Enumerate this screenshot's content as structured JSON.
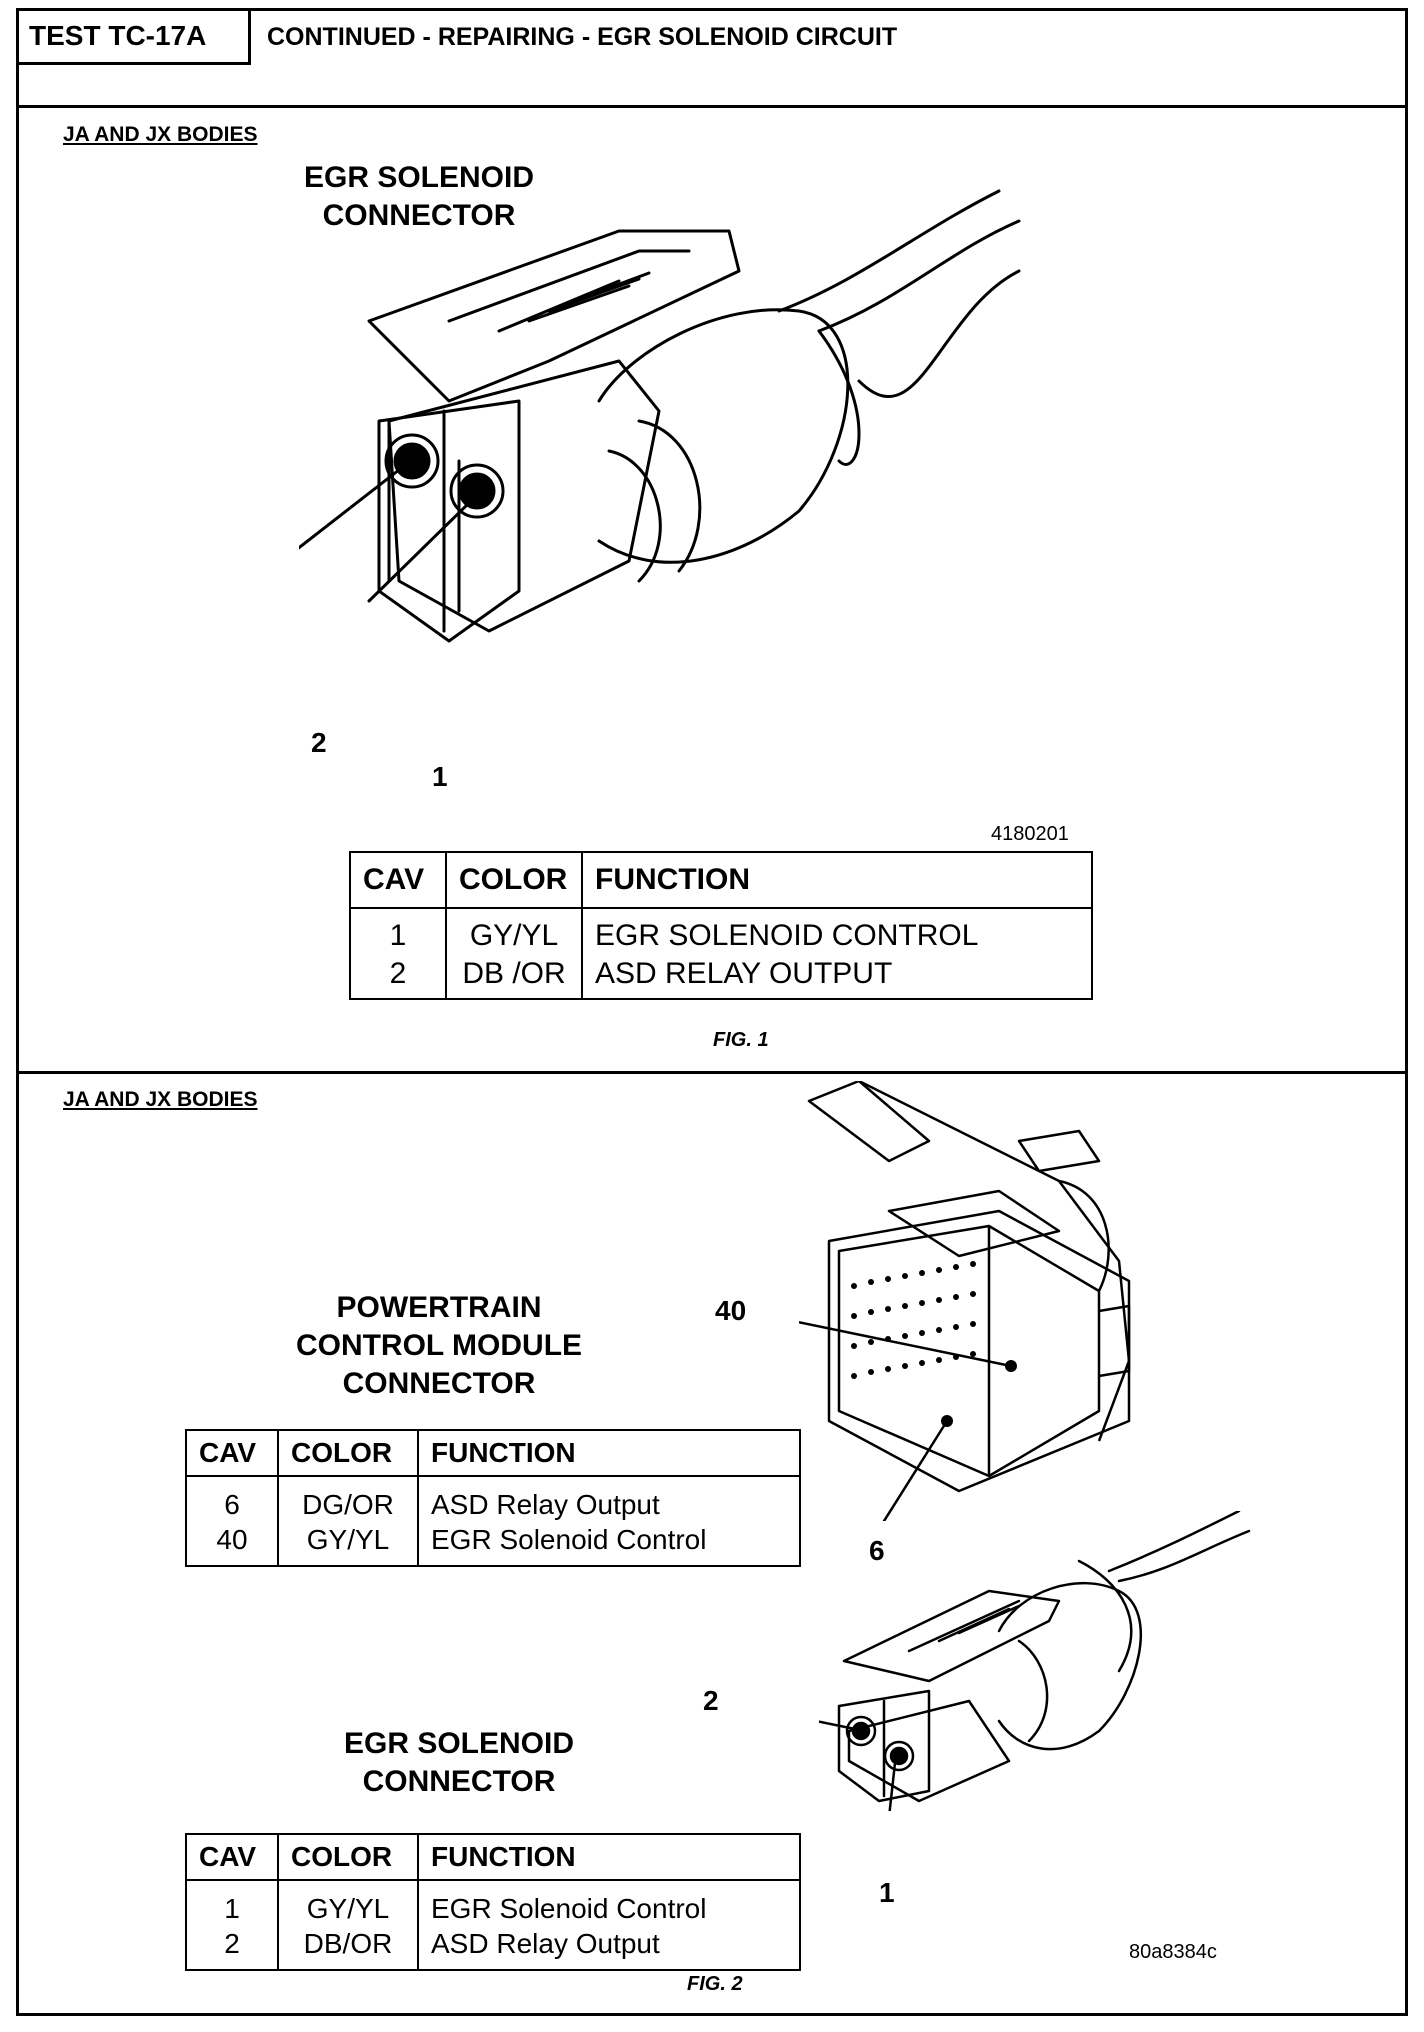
{
  "header": {
    "test_id": "TEST TC-17A",
    "title": "CONTINUED - REPAIRING - EGR SOLENOID CIRCUIT"
  },
  "fig1": {
    "section_label": "JA AND JX BODIES",
    "connector_title_line1": "EGR SOLENOID",
    "connector_title_line2": "CONNECTOR",
    "callouts": [
      "2",
      "1"
    ],
    "image_code": "4180201",
    "table": {
      "headers": [
        "CAV",
        "COLOR",
        "FUNCTION"
      ],
      "rows": [
        [
          "1",
          "GY/YL",
          "EGR SOLENOID CONTROL"
        ],
        [
          "2",
          "DB /OR",
          "ASD RELAY OUTPUT"
        ]
      ]
    },
    "caption": "FIG. 1"
  },
  "fig2": {
    "section_label": "JA AND JX BODIES",
    "pcm_title_line1": "POWERTRAIN",
    "pcm_title_line2": "CONTROL MODULE",
    "pcm_title_line3": "CONNECTOR",
    "pcm_callouts": [
      "40",
      "6"
    ],
    "pcm_table": {
      "headers": [
        "CAV",
        "COLOR",
        "FUNCTION"
      ],
      "rows": [
        [
          "6",
          "DG/OR",
          "ASD Relay Output"
        ],
        [
          "40",
          "GY/YL",
          "EGR Solenoid Control"
        ]
      ]
    },
    "egr_title_line1": "EGR SOLENOID",
    "egr_title_line2": "CONNECTOR",
    "egr_callouts": [
      "2",
      "1"
    ],
    "egr_table": {
      "headers": [
        "CAV",
        "COLOR",
        "FUNCTION"
      ],
      "rows": [
        [
          "1",
          "GY/YL",
          "EGR Solenoid Control"
        ],
        [
          "2",
          "DB/OR",
          "ASD Relay Output"
        ]
      ]
    },
    "image_code": "80a8384c",
    "caption": "FIG. 2"
  }
}
